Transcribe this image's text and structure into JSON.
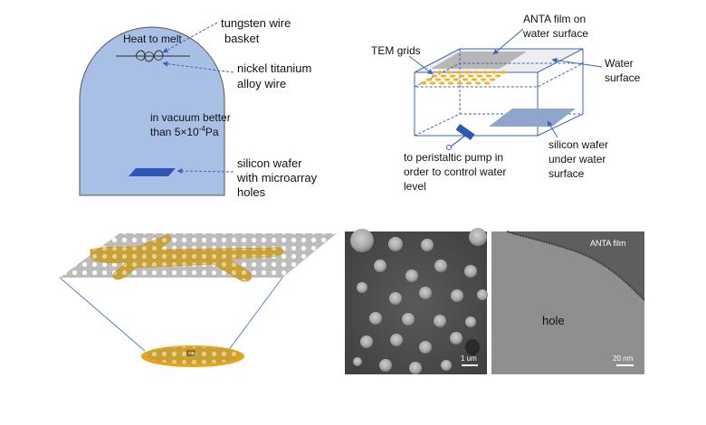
{
  "panel_a": {
    "heat_label": "Heat to melt",
    "tungsten_label_1": "tungsten wire",
    "tungsten_label_2": "basket",
    "nickel_label_1": "nickel titanium",
    "nickel_label_2": "alloy wire",
    "vacuum_label_1": "in vacuum better",
    "vacuum_label_2": "than 5×10",
    "vacuum_exp": "-4",
    "vacuum_unit": "Pa",
    "wafer_label_1": "silicon wafer",
    "wafer_label_2": "with microarray",
    "wafer_label_3": "holes",
    "chamber_color": "#a9c0e6",
    "wafer_color": "#2e56b8"
  },
  "panel_b": {
    "anta_label_1": "ANTA film on",
    "anta_label_2": "water surface",
    "tem_label": "TEM grids",
    "water_label_1": "Water",
    "water_label_2": "surface",
    "pump_label_1": "to peristaltic pump in",
    "pump_label_2": "order to control water",
    "pump_label_3": "level",
    "wafer_label_1": "silicon wafer",
    "wafer_label_2": "under water",
    "wafer_label_3": "surface",
    "grid_color": "#f0b429",
    "box_color": "#3a64b8"
  },
  "panel_c": {
    "film_color": "#d4a52a",
    "mesh_color": "#bfbfbf",
    "grid_rim_color": "#e8a317"
  },
  "panel_d": {
    "scale_label": "1 um"
  },
  "panel_e": {
    "film_label": "ANTA film",
    "hole_label": "hole",
    "scale_label": "20 nm"
  }
}
